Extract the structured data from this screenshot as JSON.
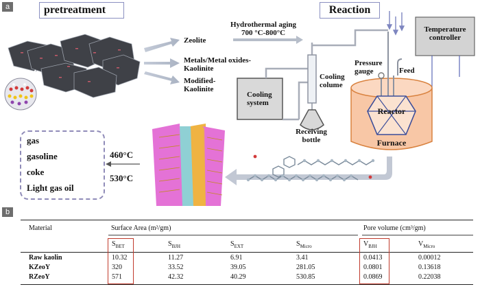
{
  "panel_a": {
    "tag": "a",
    "pretreatment_title": "pretreatment",
    "reaction_title": "Reaction",
    "treatments": [
      "Zeolite",
      "Metals/Metal oxides-\nKaolinite",
      "Modified-\nKaolinite"
    ],
    "hydrothermal": "Hydrothermal aging\n700 °C-800°C",
    "cooling_system": "Cooling\nsystem",
    "cooling_colume": "Cooling\ncolume",
    "receiving_bottle": "Receiving\nbottle",
    "pressure_gauge": "Pressure\ngauge",
    "feed": "Feed",
    "temperature_controller": "Temperature\ncontroller",
    "reactor": "Reactor",
    "furnace": "Furnace",
    "temp_high": "460°C",
    "temp_low": "530°C",
    "products": [
      "gas",
      "gasoline",
      "coke",
      "Light gas oil"
    ]
  },
  "panel_b": {
    "tag": "b",
    "header": {
      "material": "Material",
      "surface_area": "Surface Area (m²/gm)",
      "pore_volume": "Pore volume (cm³/gm)"
    },
    "subheaders": [
      {
        "main": "S",
        "sub": "BET"
      },
      {
        "main": "S",
        "sub": "BJH"
      },
      {
        "main": "S",
        "sub": "EXT"
      },
      {
        "main": "S",
        "sub": "Micro"
      },
      {
        "main": "V",
        "sub": "BJH"
      },
      {
        "main": "V",
        "sub": "Micro"
      }
    ],
    "rows": [
      {
        "material": "Raw kaolin",
        "values": [
          "10.32",
          "11.27",
          "6.91",
          "3.41",
          "0.0413",
          "0.00012"
        ]
      },
      {
        "material": "KZeoY",
        "values": [
          "320",
          "33.52",
          "39.05",
          "281.05",
          "0.0801",
          "0.13618"
        ]
      },
      {
        "material": "RZeoY",
        "values": [
          "571",
          "42.32",
          "40.29",
          "530.85",
          "0.0869",
          "0.22038"
        ]
      }
    ]
  }
}
